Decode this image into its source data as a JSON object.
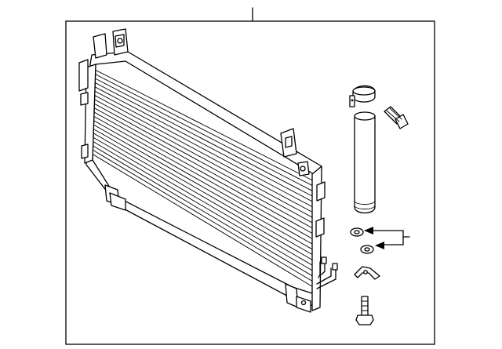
{
  "diagram": {
    "kind": "exploded-parts-diagram",
    "frame": "rectangular-border",
    "parts": [
      "condenser-assembly",
      "receiver-dryer-bracket-clamp",
      "receiver-dryer-bolt",
      "receiver-dryer-cylinder",
      "upper-o-ring",
      "lower-o-ring",
      "dryer-mount-bracket",
      "mount-bolt"
    ],
    "icons": {
      "callout": "leader-line",
      "arrows": "arrowhead-icon"
    },
    "colors": {
      "ink": "#000000",
      "paper": "#ffffff"
    }
  }
}
